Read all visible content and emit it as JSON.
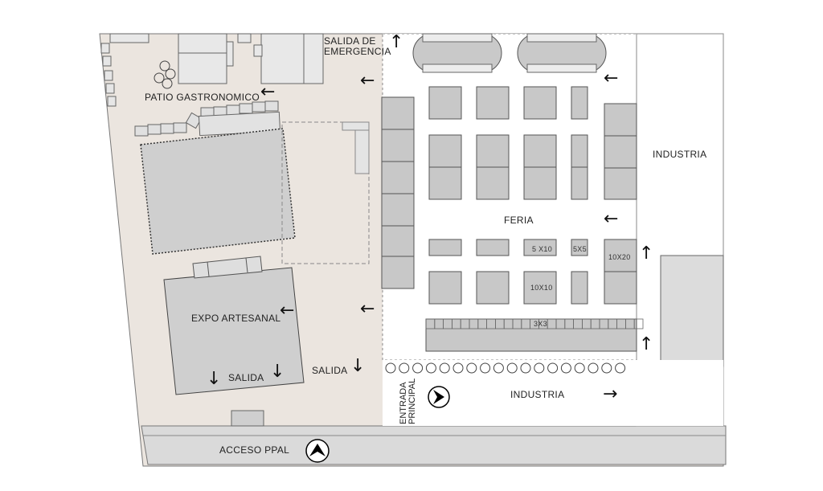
{
  "labels": {
    "salida_emergencia_1": "SALIDA DE",
    "salida_emergencia_2": "EMERGENCIA",
    "patio_gastronomico": "PATIO GASTRONOMICO",
    "industria_top": "INDUSTRIA",
    "feria": "FERIA",
    "expo_artesanal": "EXPO ARTESANAL",
    "salida_expo": "SALIDA",
    "salida_main": "SALIDA",
    "entrada_1": "ENTRADA",
    "entrada_2": "PRINCIPAL",
    "industria_bottom": "INDUSTRIA",
    "acceso_ppal": "ACCESO PPAL"
  },
  "booth_sizes": {
    "s5x10": "5 X10",
    "s5x5": "5X5",
    "s10x20": "10X20",
    "s10x10": "10X10",
    "s3x3": "3X3"
  },
  "arrows": {
    "left": "←",
    "right": "→",
    "up": "↑",
    "down": "↓"
  },
  "colors": {
    "site_fill": "#ebe5df",
    "road_fill": "#d9d9d9",
    "booth_fill": "#c8c8c8",
    "white": "#ffffff",
    "line": "#555555"
  },
  "icons": {
    "entrance": "north-arrow-icon",
    "access": "north-arrow-icon",
    "tree": "tree-icon"
  }
}
